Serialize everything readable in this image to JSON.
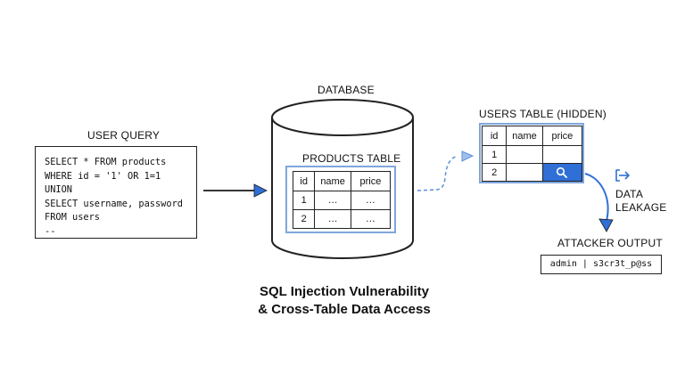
{
  "user_query": {
    "label": "USER QUERY",
    "lines": [
      "SELECT * FROM products",
      "WHERE id = '1' OR 1=1",
      "UNION",
      "SELECT username, password",
      "FROM users",
      "--"
    ]
  },
  "database": {
    "label": "DATABASE",
    "products_table": {
      "title": "PRODUCTS TABLE",
      "headers": [
        "id",
        "name",
        "price"
      ],
      "rows": [
        [
          "1",
          "…",
          "…"
        ],
        [
          "2",
          "…",
          "…"
        ]
      ]
    }
  },
  "users_table": {
    "title": "USERS TABLE (HIDDEN)",
    "headers": [
      "id",
      "name",
      "price"
    ],
    "rows": [
      [
        "1",
        "",
        ""
      ],
      [
        "2",
        "",
        ""
      ]
    ],
    "highlight_icon": "search-icon"
  },
  "data_leakage": {
    "line1": "DATA",
    "line2": "LEAKAGE",
    "icon": "exit-arrow-icon"
  },
  "attacker_output": {
    "label": "ATTACKER OUTPUT",
    "value": "admin | s3cr3t_p@ss"
  },
  "title": {
    "line1": "SQL Injection Vulnerability",
    "line2": "& Cross-Table Data Access"
  },
  "colors": {
    "accent": "#2f6fd6",
    "highlight_border": "#7fa6dc",
    "cylinder_stroke": "#222222",
    "arrow_dashed": "#5b8fd9"
  }
}
